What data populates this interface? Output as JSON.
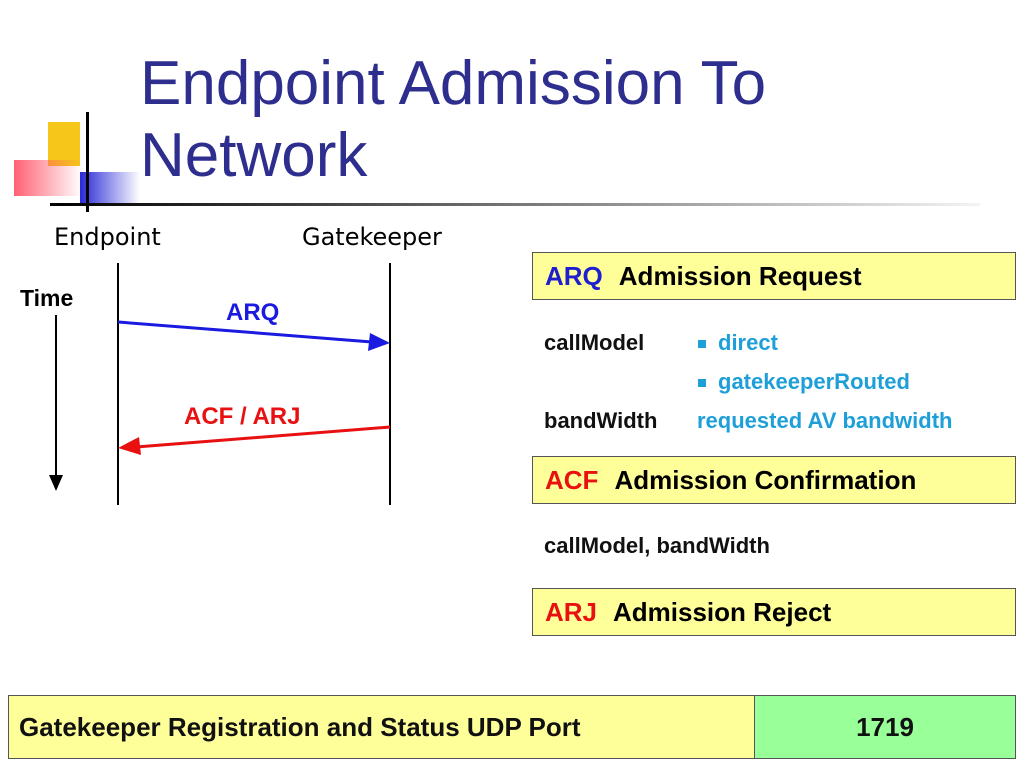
{
  "title": "Endpoint Admission To Network",
  "diagram": {
    "endpoint_label": "Endpoint",
    "gatekeeper_label": "Gatekeeper",
    "time_label": "Time",
    "request_label": "ARQ",
    "response_label": "ACF / ARJ",
    "colors": {
      "request": "#1a1ae0",
      "response": "#e81010"
    }
  },
  "messages": {
    "arq": {
      "code": "ARQ",
      "name": "Admission Request",
      "color": "#1f1fd0"
    },
    "callmodel_key": "callModel",
    "callmodel_values": [
      "direct",
      "gatekeeperRouted"
    ],
    "bandwidth_key": "bandWidth",
    "bandwidth_value": "requested AV bandwidth",
    "acf": {
      "code": "ACF",
      "name": "Admission Confirmation",
      "color": "#e81010"
    },
    "acf_fields": "callModel, bandWidth",
    "arj": {
      "code": "ARJ",
      "name": "Admission Reject",
      "color": "#e81010"
    }
  },
  "port_table": {
    "label": "Gatekeeper Registration and Status UDP Port",
    "value": "1719"
  }
}
